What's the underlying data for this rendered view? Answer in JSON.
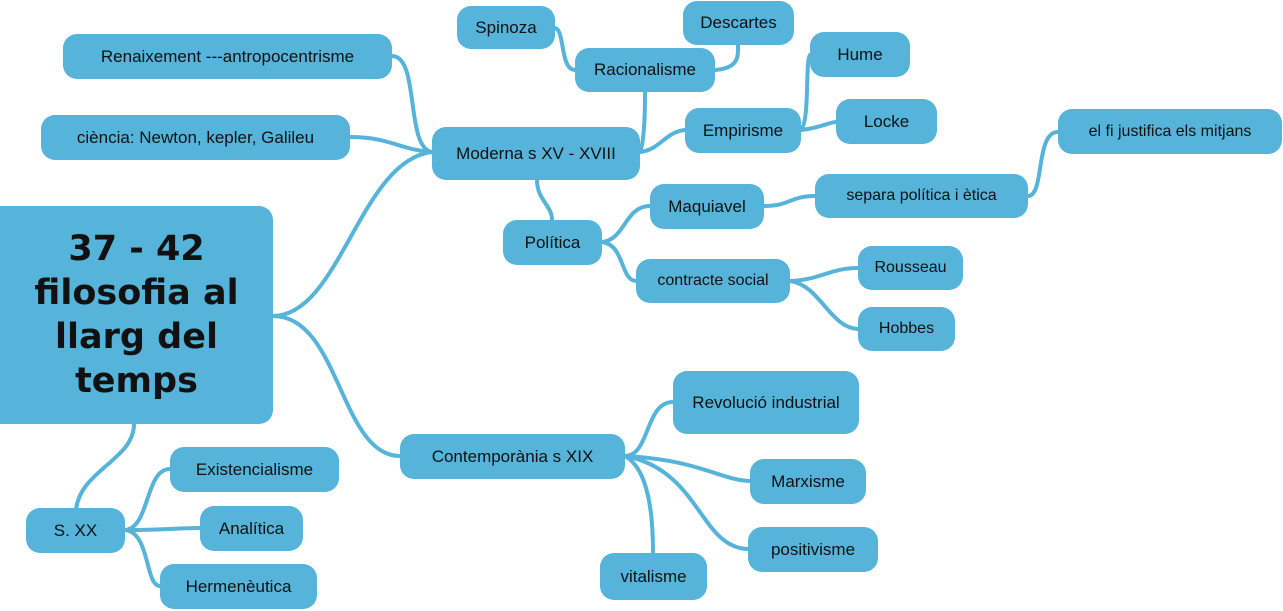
{
  "colors": {
    "node_fill": "#56b3d9",
    "link": "#56b3d9",
    "text": "#111111"
  },
  "root": {
    "label": "37 - 42 filosofia al llarg del temps"
  },
  "nodes": {
    "renaixement": "Renaixement ---antropocentrisme",
    "ciencia": "ciència: Newton, kepler, Galileu",
    "moderna": "Moderna s XV - XVIII",
    "spinoza": "Spinoza",
    "descartes": "Descartes",
    "racionalisme": "Racionalisme",
    "hume": "Hume",
    "empirisme": "Empirisme",
    "locke": "Locke",
    "politica": "Política",
    "maquiavel": "Maquiavel",
    "separa": "separa política i ètica",
    "fi_justifica": "el fi justifica els mitjans",
    "contracte": "contracte social",
    "rousseau": "Rousseau",
    "hobbes": "Hobbes",
    "contemporania": "Contemporània s XIX",
    "revolucio": "Revolució industrial",
    "marxisme": "Marxisme",
    "positivisme": "positivisme",
    "vitalisme": "vitalisme",
    "sxx": "S. XX",
    "existencialisme": "Existencialisme",
    "analitica": "Analítica",
    "hermeneutica": "Hermenèutica"
  }
}
